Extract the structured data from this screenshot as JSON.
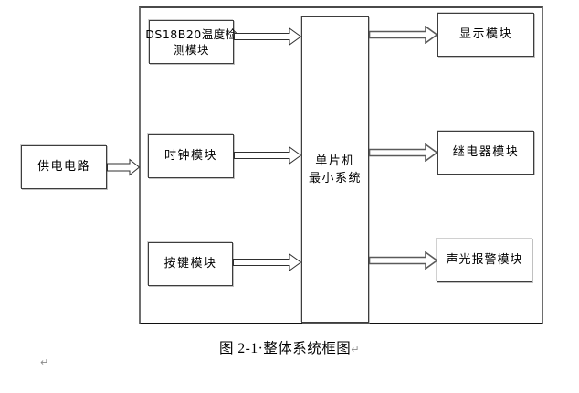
{
  "document": {
    "caption": {
      "text": "图 2-1·整体系统框图",
      "pilcrow": "↵"
    },
    "stray_paragraph_mark": "↵"
  },
  "diagram": {
    "title": "整体系统框图",
    "outer_frame": "system-boundary",
    "nodes": {
      "power": {
        "lines": [
          "供电电路"
        ]
      },
      "sensor": {
        "lines": [
          "DS18B20温度检",
          "测模块"
        ]
      },
      "clock": {
        "lines": [
          "时钟模块"
        ]
      },
      "keys": {
        "lines": [
          "按键模块"
        ]
      },
      "mcu": {
        "lines": [
          "单片机",
          "最小系统"
        ]
      },
      "display": {
        "lines": [
          "显示模块"
        ]
      },
      "relay": {
        "lines": [
          "继电器模块"
        ]
      },
      "alarm": {
        "lines": [
          "声光报警模块"
        ]
      }
    },
    "edges": [
      {
        "from": "power",
        "to": "frame",
        "style": "hollow-arrow"
      },
      {
        "from": "sensor",
        "to": "mcu",
        "style": "hollow-arrow"
      },
      {
        "from": "clock",
        "to": "mcu",
        "style": "hollow-arrow"
      },
      {
        "from": "keys",
        "to": "mcu",
        "style": "hollow-arrow"
      },
      {
        "from": "mcu",
        "to": "display",
        "style": "hollow-arrow"
      },
      {
        "from": "mcu",
        "to": "relay",
        "style": "hollow-arrow"
      },
      {
        "from": "mcu",
        "to": "alarm",
        "style": "hollow-arrow"
      }
    ],
    "colors": {
      "background": "#ffffff",
      "box_border": "#3d3d3d",
      "frame_border": "#6e6e6e",
      "text": "#000000",
      "formatting_mark": "#8a8a8a"
    }
  }
}
